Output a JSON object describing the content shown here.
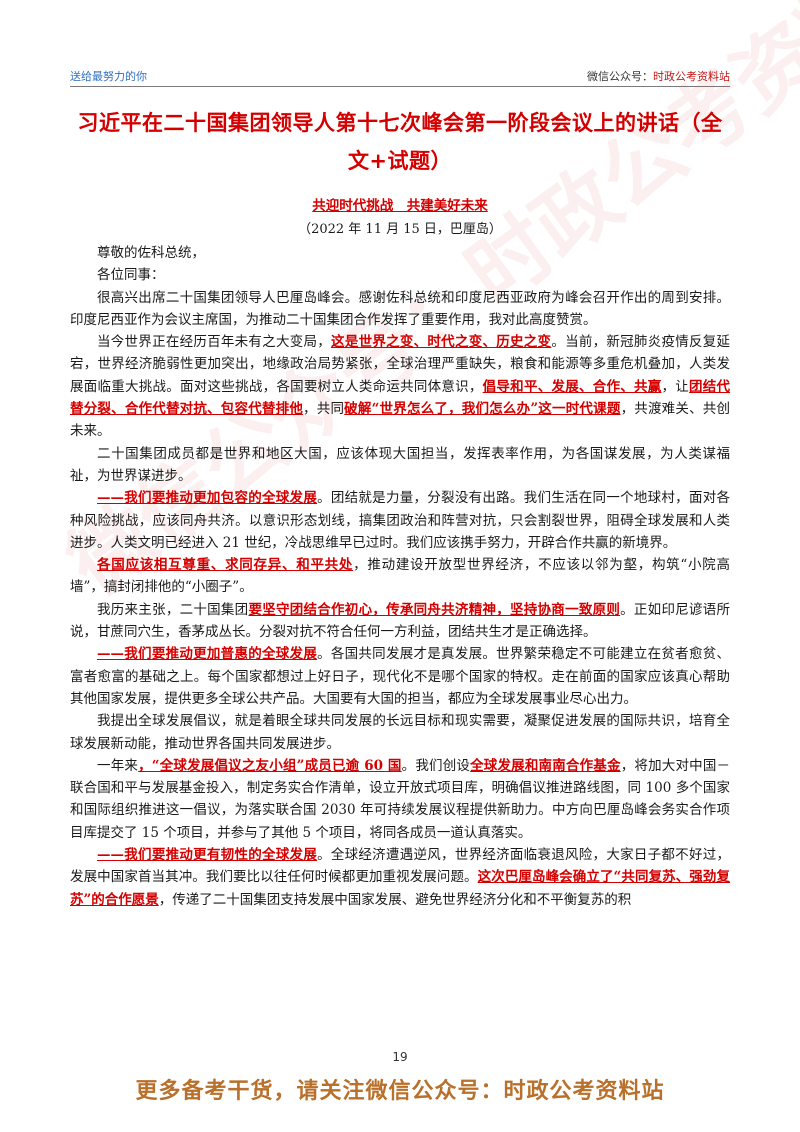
{
  "header": {
    "left_text": "送给最努力的你",
    "right_label": "微信公众号：",
    "right_account": "时政公考资料站"
  },
  "title": "习近平在二十国集团领导人第十七次峰会第一阶段会议上的讲话（全文+试题）",
  "subtitle": "共迎时代挑战　共建美好未来",
  "dateline": "（2022 年 11 月 15 日，巴厘岛）",
  "watermark": "微信公众号：时政公考资料站",
  "paragraphs": [
    {
      "segments": [
        {
          "t": "尊敬的佐科总统，"
        }
      ]
    },
    {
      "segments": [
        {
          "t": "各位同事："
        }
      ]
    },
    {
      "segments": [
        {
          "t": "很高兴出席二十国集团领导人巴厘岛峰会。感谢佐科总统和印度尼西亚政府为峰会召开作出的周到安排。印度尼西亚作为会议主席国，为推动二十国集团合作发挥了重要作用，我对此高度赞赏。"
        }
      ]
    },
    {
      "segments": [
        {
          "t": "当今世界正在经历百年未有之大变局，"
        },
        {
          "t": "这是世界之变、时代之变、历史之变",
          "h": true
        },
        {
          "t": "。当前，新冠肺炎疫情反复延宕，世界经济脆弱性更加突出，地缘政治局势紧张，全球治理严重缺失，粮食和能源等多重危机叠加，人类发展面临重大挑战。面对这些挑战，各国要树立人类命运共同体意识，"
        },
        {
          "t": "倡导和平、发展、合作、共赢",
          "h": true
        },
        {
          "t": "，让"
        },
        {
          "t": "团结代替分裂、合作代替对抗、包容代替排他",
          "h": true
        },
        {
          "t": "，共同"
        },
        {
          "t": "破解“世界怎么了，我们怎么办”这一时代课题",
          "h": true
        },
        {
          "t": "，共渡难关、共创未来。"
        }
      ]
    },
    {
      "segments": [
        {
          "t": "二十国集团成员都是世界和地区大国，应该体现大国担当，发挥表率作用，为各国谋发展，为人类谋福祉，为世界谋进步。"
        }
      ]
    },
    {
      "segments": [
        {
          "t": "——我们要推动更加包容的全球发展",
          "h": true
        },
        {
          "t": "。团结就是力量，分裂没有出路。我们生活在同一个地球村，面对各种风险挑战，应该同舟共济。以意识形态划线，搞集团政治和阵营对抗，只会割裂世界，阻碍全球发展和人类进步。人类文明已经进入 21 世纪，冷战思维早已过时。我们应该携手努力，开辟合作共赢的新境界。"
        }
      ]
    },
    {
      "segments": [
        {
          "t": "各国应该相互尊重、求同存异、和平共处",
          "h": true
        },
        {
          "t": "，推动建设开放型世界经济，不应该以邻为壑，构筑“小院高墙”，搞封闭排他的“小圈子”。"
        }
      ]
    },
    {
      "segments": [
        {
          "t": "我历来主张，二十国集团"
        },
        {
          "t": "要坚守团结合作初心，传承同舟共济精神，坚持协商一致原则",
          "h": true
        },
        {
          "t": "。正如印尼谚语所说，甘蔗同穴生，香茅成丛长。分裂对抗不符合任何一方利益，团结共生才是正确选择。"
        }
      ]
    },
    {
      "segments": [
        {
          "t": "——我们要推动更加普惠的全球发展",
          "h": true
        },
        {
          "t": "。各国共同发展才是真发展。世界繁荣稳定不可能建立在贫者愈贫、富者愈富的基础之上。每个国家都想过上好日子，现代化不是哪个国家的特权。走在前面的国家应该真心帮助其他国家发展，提供更多全球公共产品。大国要有大国的担当，都应为全球发展事业尽心出力。"
        }
      ]
    },
    {
      "segments": [
        {
          "t": "我提出全球发展倡议，就是着眼全球共同发展的长远目标和现实需要，凝聚促进发展的国际共识，培育全球发展新动能，推动世界各国共同发展进步。"
        }
      ]
    },
    {
      "segments": [
        {
          "t": "一年来"
        },
        {
          "t": "，“全球发展倡议之友小组”成员已逾 60 国",
          "h": true
        },
        {
          "t": "。我们创设"
        },
        {
          "t": "全球发展和南南合作基金",
          "h": true
        },
        {
          "t": "，将加大对中国－联合国和平与发展基金投入，制定务实合作清单，设立开放式项目库，明确倡议推进路线图，同 100 多个国家和国际组织推进这一倡议，为落实联合国 2030 年可持续发展议程提供新助力。中方向巴厘岛峰会务实合作项目库提交了 15 个项目，并参与了其他 5 个项目，将同各成员一道认真落实。"
        }
      ]
    },
    {
      "segments": [
        {
          "t": "——我们要推动更有韧性的全球发展",
          "h": true
        },
        {
          "t": "。全球经济遭遇逆风，世界经济面临衰退风险，大家日子都不好过，发展中国家首当其冲。我们要比以往任何时候都更加重视发展问题。"
        },
        {
          "t": "这次巴厘岛峰会确立了“共同复苏、强劲复苏”的合作愿景",
          "h": true
        },
        {
          "t": "，传递了二十国集团支持发展中国家发展、避免世界经济分化和不平衡复苏的积"
        }
      ]
    }
  ],
  "page_number": "19",
  "footer": "更多备考干货，请关注微信公众号：时政公考资料站"
}
